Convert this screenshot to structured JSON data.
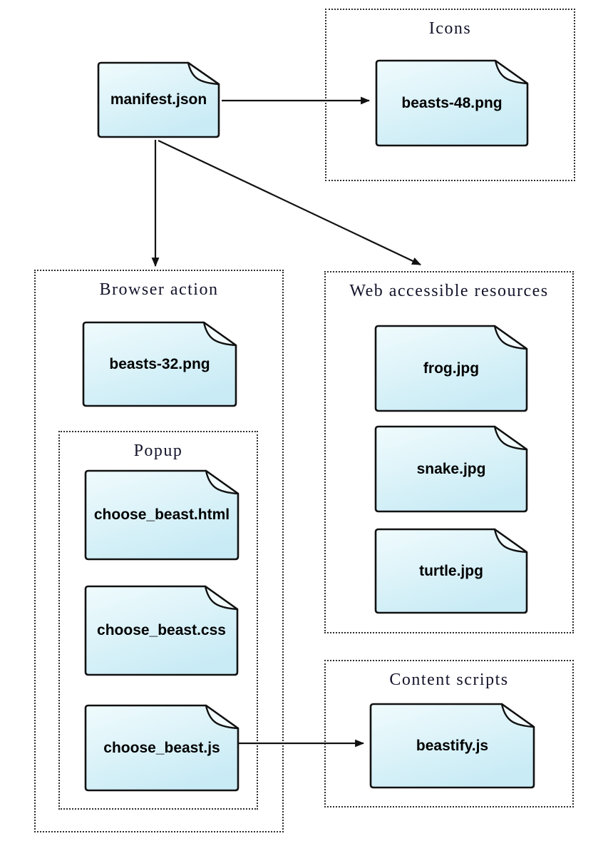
{
  "diagram": {
    "root": {
      "label": "manifest.json"
    },
    "groups": [
      {
        "id": "icons",
        "title": "Icons",
        "files": [
          {
            "label": "beasts-48.png"
          }
        ]
      },
      {
        "id": "browser-action",
        "title": "Browser action",
        "files": [
          {
            "label": "beasts-32.png"
          }
        ],
        "subgroup": {
          "id": "popup",
          "title": "Popup",
          "files": [
            {
              "label": "choose_beast.html"
            },
            {
              "label": "choose_beast.css"
            },
            {
              "label": "choose_beast.js"
            }
          ]
        }
      },
      {
        "id": "web-accessible-resources",
        "title": "Web accessible resources",
        "files": [
          {
            "label": "frog.jpg"
          },
          {
            "label": "snake.jpg"
          },
          {
            "label": "turtle.jpg"
          }
        ]
      },
      {
        "id": "content-scripts",
        "title": "Content scripts",
        "files": [
          {
            "label": "beastify.js"
          }
        ]
      }
    ],
    "connections": [
      {
        "from": "manifest.json",
        "to": "beasts-48.png"
      },
      {
        "from": "manifest.json",
        "to": "Browser action"
      },
      {
        "from": "manifest.json",
        "to": "Web accessible resources"
      },
      {
        "from": "choose_beast.js",
        "to": "beastify.js"
      }
    ],
    "colors": {
      "file_fill_top": "#f0fbfd",
      "file_fill_bottom": "#c9ebf5",
      "file_fold_fill": "#f3fcfe",
      "file_border": "#111111",
      "group_border": "#2e2e2e",
      "title_text": "#14142b",
      "file_text": "#000000",
      "arrow": "#111111",
      "background": "#ffffff"
    }
  }
}
